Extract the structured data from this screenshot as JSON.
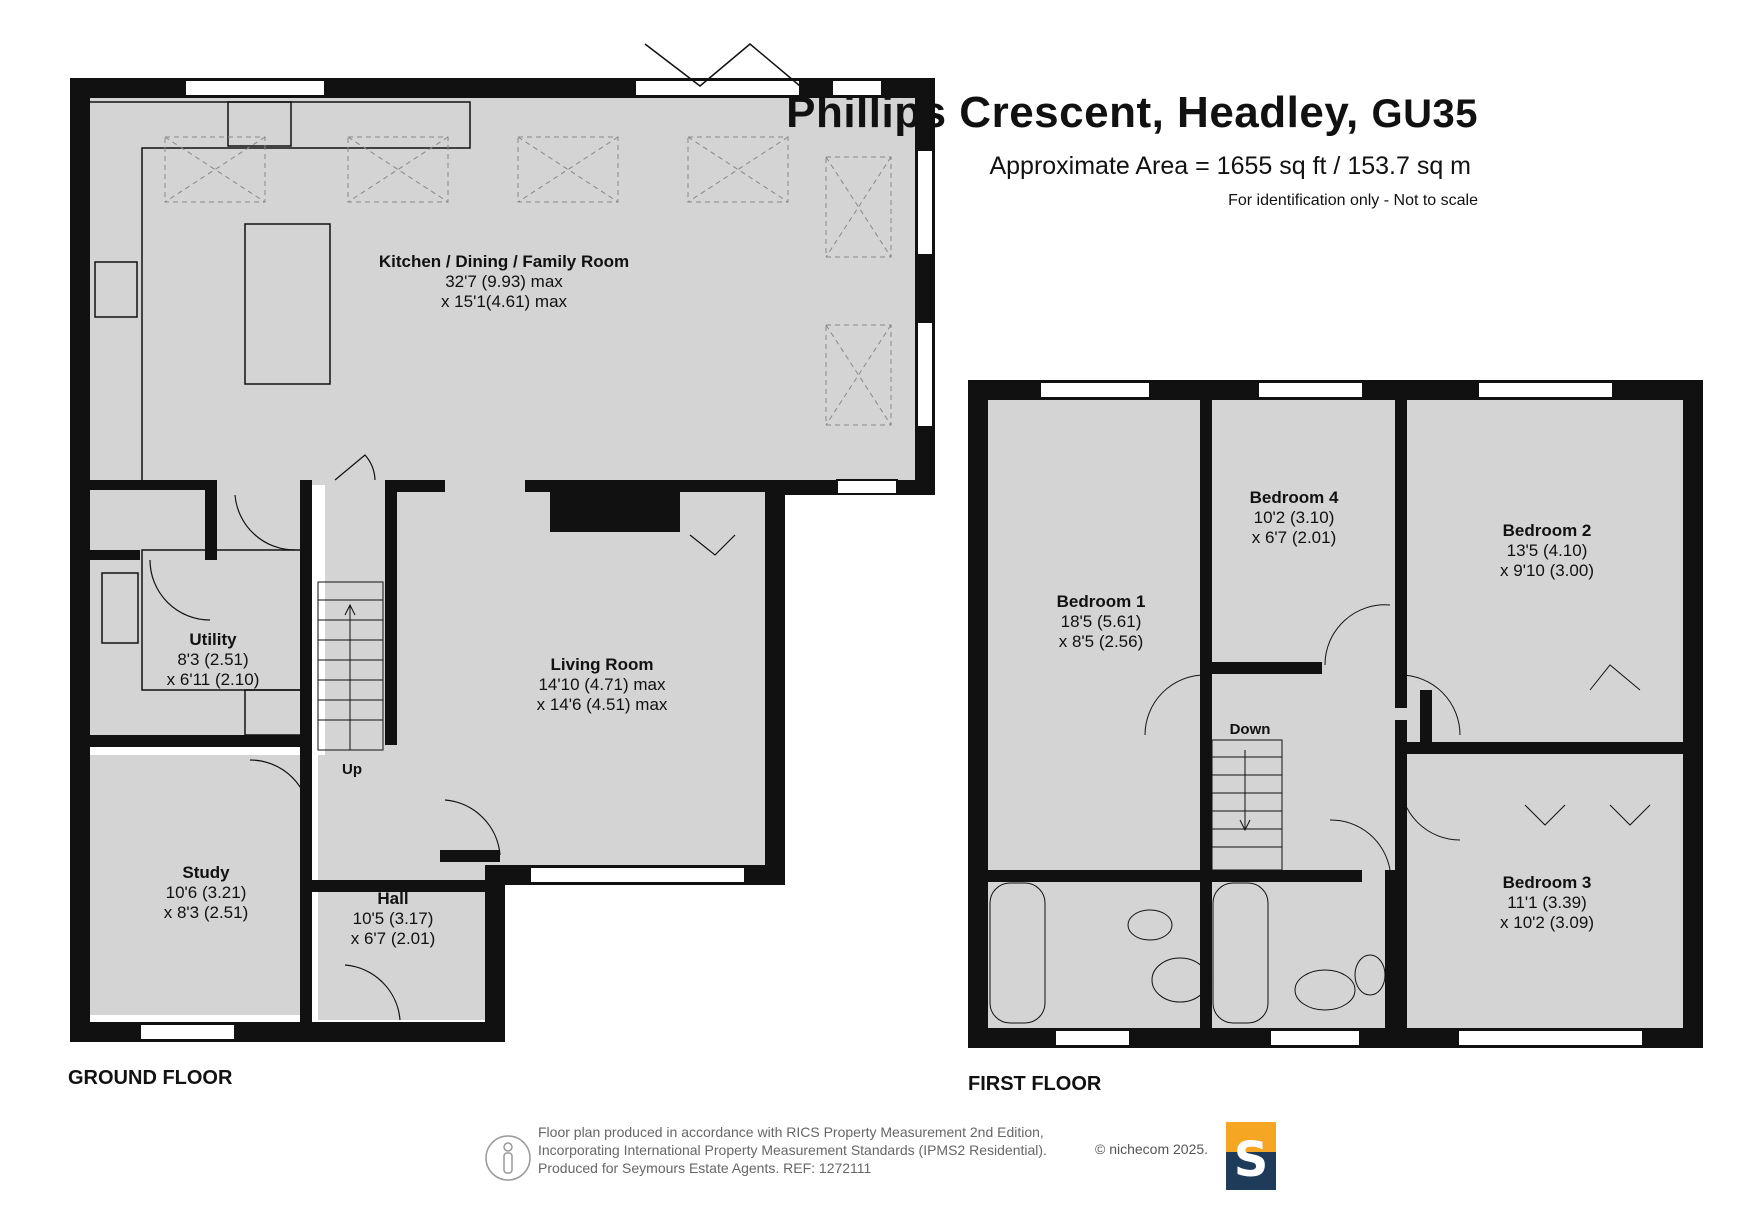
{
  "header": {
    "title_main": "Phillips Crescent, Headley, ",
    "title_code": "GU35",
    "area": "Approximate Area = 1655 sq ft / 153.7 sq m",
    "note": "For identification only - Not to scale"
  },
  "floors": {
    "ground": "GROUND FLOOR",
    "first": "FIRST FLOOR"
  },
  "rooms": {
    "kitchen": {
      "name": "Kitchen / Dining / Family Room",
      "dim1": "32'7 (9.93) max",
      "dim2": "x 15'1(4.61) max"
    },
    "utility": {
      "name": "Utility",
      "dim1": "8'3 (2.51)",
      "dim2": "x 6'11 (2.10)"
    },
    "living": {
      "name": "Living Room",
      "dim1": "14'10 (4.71) max",
      "dim2": "x 14'6 (4.51) max"
    },
    "study": {
      "name": "Study",
      "dim1": "10'6 (3.21)",
      "dim2": "x 8'3 (2.51)"
    },
    "hall": {
      "name": "Hall",
      "dim1": "10'5 (3.17)",
      "dim2": "x 6'7 (2.01)"
    },
    "bedroom1": {
      "name": "Bedroom 1",
      "dim1": "18'5 (5.61)",
      "dim2": "x 8'5 (2.56)"
    },
    "bedroom4": {
      "name": "Bedroom 4",
      "dim1": "10'2 (3.10)",
      "dim2": "x 6'7 (2.01)"
    },
    "bedroom2": {
      "name": "Bedroom 2",
      "dim1": "13'5 (4.10)",
      "dim2": "x 9'10 (3.00)"
    },
    "bedroom3": {
      "name": "Bedroom 3",
      "dim1": "11'1 (3.39)",
      "dim2": "x 10'2 (3.09)"
    }
  },
  "stairs": {
    "up": "Up",
    "down": "Down"
  },
  "footer": {
    "line1": "Floor plan produced in accordance with RICS Property Measurement 2nd Edition,",
    "line2": "Incorporating International Property Measurement Standards (IPMS2 Residential).",
    "line3": "Produced for Seymours Estate Agents.   REF: 1272111",
    "copyright": "© nichecom 2025.",
    "logo_letter": "S"
  },
  "colors": {
    "wall": "#111111",
    "floor": "#d4d4d4",
    "logo_blue": "#1f3b5a",
    "logo_orange": "#f5a623"
  }
}
